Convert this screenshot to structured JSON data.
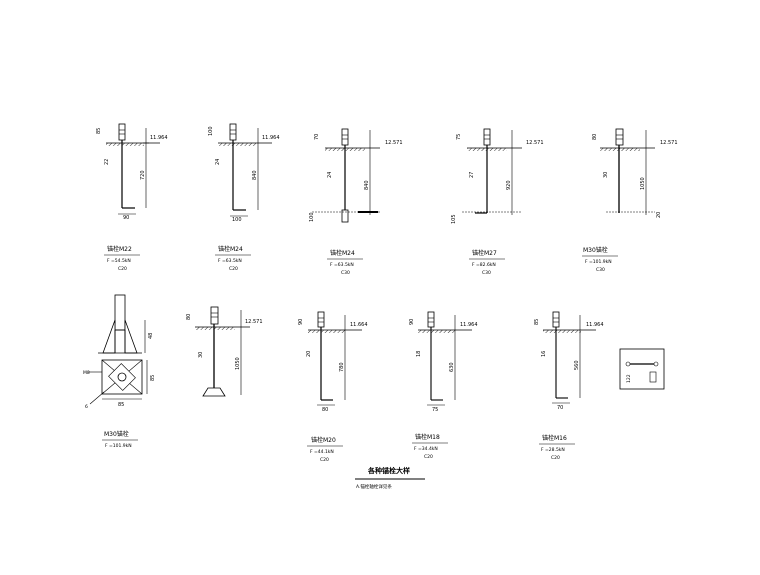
{
  "drawing": {
    "title": "各种锚栓大样",
    "subtitle": "A.锚栓轴栓详见条",
    "bolts": [
      {
        "id": "m22",
        "name": "锚栓M22",
        "tension": "F =54.5kN",
        "tension_sub": "t",
        "grade": "C20",
        "dim_top": "85",
        "dim_length": "720",
        "dim_bottom": "90",
        "elev": "11.964",
        "dia": "22",
        "variant": "hook"
      },
      {
        "id": "m24a",
        "name": "锚栓M24",
        "tension": "F =63.5kN",
        "tension_sub": "t",
        "grade": "C20",
        "dim_top": "100",
        "dim_length": "840",
        "dim_bottom": "100",
        "elev": "11.964",
        "dia": "24",
        "variant": "hook"
      },
      {
        "id": "m24b",
        "name": "锚栓M24",
        "tension": "F =63.5kN",
        "tension_sub": "t",
        "grade": "C30",
        "dim_top": "70",
        "dim_length": "840",
        "dim_bottom": "100",
        "elev": "12.571",
        "dia": "24",
        "variant": "straight"
      },
      {
        "id": "m27",
        "name": "锚栓M27",
        "tension": "F =82.6kN",
        "tension_sub": "t",
        "grade": "C30",
        "dim_top": "75",
        "dim_length": "920",
        "dim_bottom": "105",
        "elev": "12.571",
        "dia": "27",
        "variant": "hook"
      },
      {
        "id": "m30a",
        "name": "M30锚栓",
        "tension": "F =101.9kN",
        "tension_sub": "t",
        "grade": "C30",
        "dim_top": "80",
        "dim_length": "1050",
        "dim_bottom": "20",
        "elev": "12.571",
        "dia": "30",
        "variant": "hook"
      },
      {
        "id": "m30b",
        "name": "",
        "tension": "",
        "grade": "",
        "dim_top": "80",
        "dim_length": "1050",
        "dim_bottom": "",
        "elev": "12.571",
        "dia": "30",
        "variant": "plate"
      },
      {
        "id": "m20",
        "name": "锚栓M20",
        "tension": "F =44.1kN",
        "tension_sub": "t",
        "grade": "C20",
        "dim_top": "90",
        "dim_length": "780",
        "dim_bottom": "80",
        "elev": "11.664",
        "dia": "20",
        "variant": "hook"
      },
      {
        "id": "m18",
        "name": "锚栓M18",
        "tension": "F =34.4kN",
        "tension_sub": "t",
        "grade": "C20",
        "dim_top": "90",
        "dim_length": "630",
        "dim_bottom": "75",
        "elev": "11.964",
        "dia": "18",
        "variant": "hook"
      },
      {
        "id": "m16",
        "name": "锚栓M16",
        "tension": "F =28.5kN",
        "tension_sub": "t",
        "grade": "C20",
        "dim_top": "85",
        "dim_length": "560",
        "dim_bottom": "70",
        "elev": "11.964",
        "dia": "16",
        "variant": "hook"
      }
    ],
    "base_detail": {
      "name": "M30锚栓",
      "tension": "F =101.9kN",
      "tension_sub": "t",
      "dim_h": "48",
      "dim_side": "85",
      "dim_w": "85",
      "weld": "M8",
      "leader": "6"
    },
    "small_detail": {
      "label": "122"
    }
  }
}
